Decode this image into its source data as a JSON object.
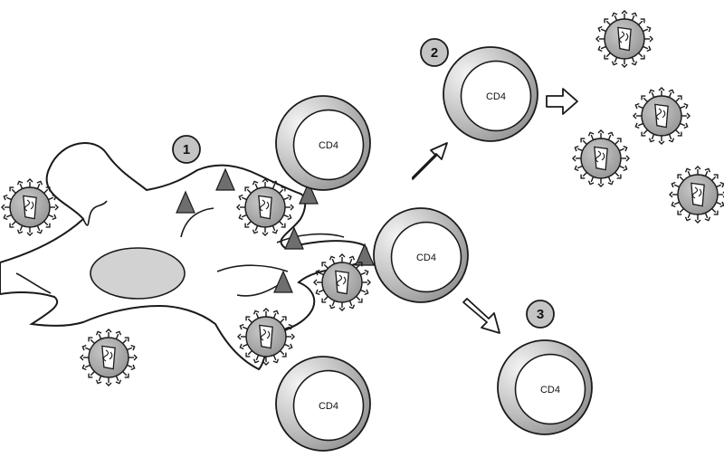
{
  "cell_label": "CD4",
  "steps": {
    "s1": "1",
    "s2": "2",
    "s3": "3"
  },
  "colors": {
    "outline": "#1a1a1a",
    "cell_gray": "#9a9a9a",
    "nucleus": "#d2d2d2",
    "step_circle": "#c4c4c4",
    "virion_body": "#a9a9a9",
    "spike": "#6e6e6e"
  }
}
